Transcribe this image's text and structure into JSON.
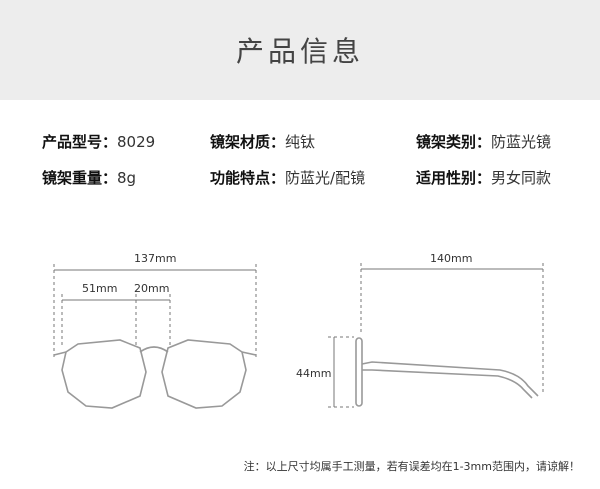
{
  "header": {
    "title": "产品信息"
  },
  "specs": [
    {
      "label": "产品型号：",
      "value": "8029"
    },
    {
      "label": "镜架材质：",
      "value": "纯钛"
    },
    {
      "label": "镜架类别：",
      "value": "防蓝光镜"
    },
    {
      "label": "镜架重量：",
      "value": "8g"
    },
    {
      "label": "功能特点：",
      "value": "防蓝光/配镜"
    },
    {
      "label": "适用性别：",
      "value": "男女同款"
    }
  ],
  "dimensions": {
    "total_width": "137mm",
    "lens_width": "51mm",
    "bridge_width": "20mm",
    "temple_length": "140mm",
    "lens_height": "44mm"
  },
  "footnote": "注：以上尺寸均属手工测量，若有误差均在1-3mm范围内，请谅解！"
}
